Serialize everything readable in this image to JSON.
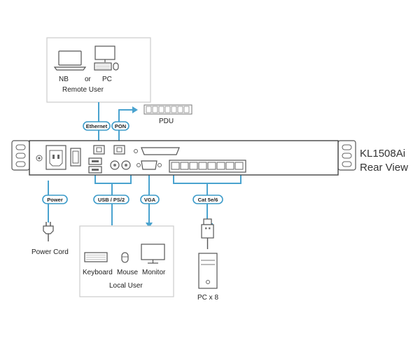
{
  "product": {
    "model": "KL1508Ai",
    "view": "Rear View"
  },
  "remote": {
    "nb": "NB",
    "or": "or",
    "pc": "PC",
    "group": "Remote User"
  },
  "pdu": {
    "label": "PDU"
  },
  "pills": {
    "ethernet": "Ethernet",
    "pon": "PON",
    "power": "Power",
    "usb": "USB / PS/2",
    "vga": "VGA",
    "cat": "Cat 5e/6"
  },
  "power_cord": {
    "label": "Power Cord"
  },
  "local": {
    "keyboard": "Keyboard",
    "mouse": "Mouse",
    "monitor": "Monitor",
    "group": "Local User"
  },
  "pcs": {
    "label": "PC x 8"
  },
  "colors": {
    "accent": "#4aa3cf",
    "outline": "#555555",
    "box": "#cccccc"
  }
}
